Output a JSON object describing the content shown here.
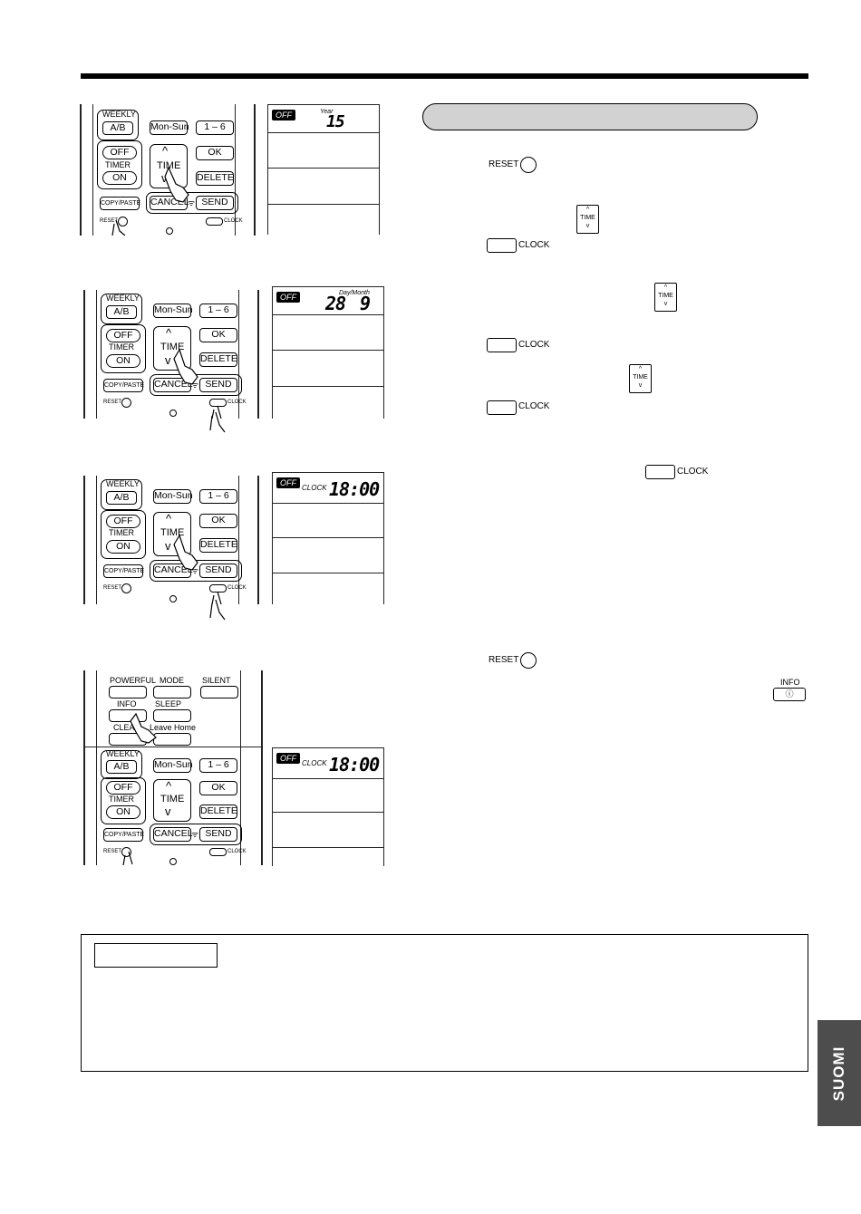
{
  "section_tab": "SUOMI",
  "labels": {
    "weekly": "WEEKLY",
    "ab": "A/B",
    "mon_sun": "Mon-Sun",
    "one_six": "1 – 6",
    "off": "OFF",
    "timer": "TIMER",
    "on": "ON",
    "time": "TIME",
    "ok": "OK",
    "delete": "DELETE",
    "copy_paste": "COPY/PASTE",
    "cancel": "CANCEL",
    "send": "SEND",
    "reset": "RESET",
    "clock": "CLOCK",
    "powerful": "POWERFUL",
    "mode": "MODE",
    "silent": "SILENT",
    "info": "INFO",
    "sleep": "SLEEP",
    "clean": "CLEAN",
    "leave_home": "Leave Home"
  },
  "displays": {
    "year_caption": "Year",
    "year_value": "15",
    "daymonth_caption": "Day/Month",
    "day_value": "28",
    "month_value": "9",
    "clock_caption": "CLOCK",
    "clock_value": "18:00",
    "off": "OFF"
  },
  "inline": {
    "reset": "RESET",
    "clock": "CLOCK",
    "time": "TIME",
    "info": "INFO"
  }
}
